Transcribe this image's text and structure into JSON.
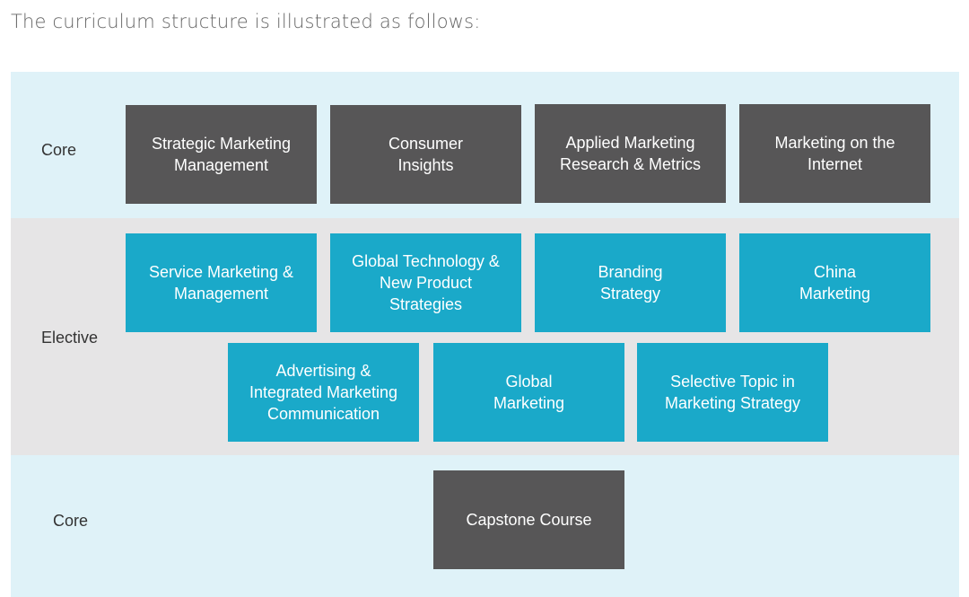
{
  "intro_text": "The curriculum structure is illustrated as follows:",
  "colors": {
    "core_box": "#575657",
    "elective_box": "#1aa9c9",
    "core_band": "#dff2f8",
    "elective_band": "#e6e5e6"
  },
  "rows": {
    "core_top": {
      "label": "Core",
      "courses": [
        "Strategic Marketing\nManagement",
        "Consumer\nInsights",
        "Applied Marketing\nResearch & Metrics",
        "Marketing on the\nInternet"
      ]
    },
    "elective": {
      "label": "Elective",
      "courses": [
        "Service Marketing &\nManagement",
        "Global Technology &\nNew Product\nStrategies",
        "Branding\nStrategy",
        "China\nMarketing",
        "Advertising &\nIntegrated Marketing\nCommunication",
        "Global\nMarketing",
        "Selective Topic in\nMarketing Strategy"
      ]
    },
    "core_bottom": {
      "label": "Core",
      "courses": [
        "Capstone Course"
      ]
    }
  }
}
